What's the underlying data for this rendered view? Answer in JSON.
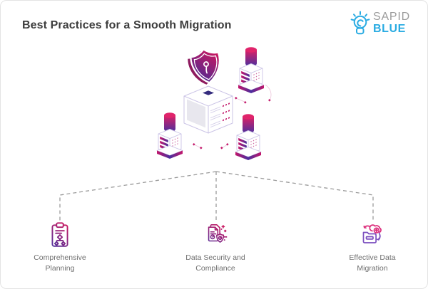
{
  "header": {
    "title": "Best Practices for a Smooth Migration"
  },
  "logo": {
    "word_top": "SAPID",
    "word_bottom": "BLUE",
    "icon": "lightbulb-icon"
  },
  "illustration": {
    "name": "servers-with-shield",
    "icons": [
      "shield-lock-icon",
      "server-tower-icon",
      "database-cylinder-icon"
    ]
  },
  "features": [
    {
      "id": "comprehensive-planning",
      "icon": "clipboard-flowchart-icon",
      "line1": "Comprehensive",
      "line2": "Planning"
    },
    {
      "id": "data-security-compliance",
      "icon": "document-shield-icon",
      "line1": "Data Security and",
      "line2": "Compliance"
    },
    {
      "id": "effective-data-migration",
      "icon": "folder-cloud-icon",
      "line1": "Effective Data",
      "line2": "Migration"
    }
  ],
  "colors": {
    "accent_crimson": "#d4145a",
    "accent_purple": "#46339f",
    "logo_blue": "#29abe2",
    "title_text": "#3d3d3d",
    "label_text": "#6f6f6f",
    "connector_gray": "#9b9b9b",
    "border": "#e4e4e4"
  }
}
